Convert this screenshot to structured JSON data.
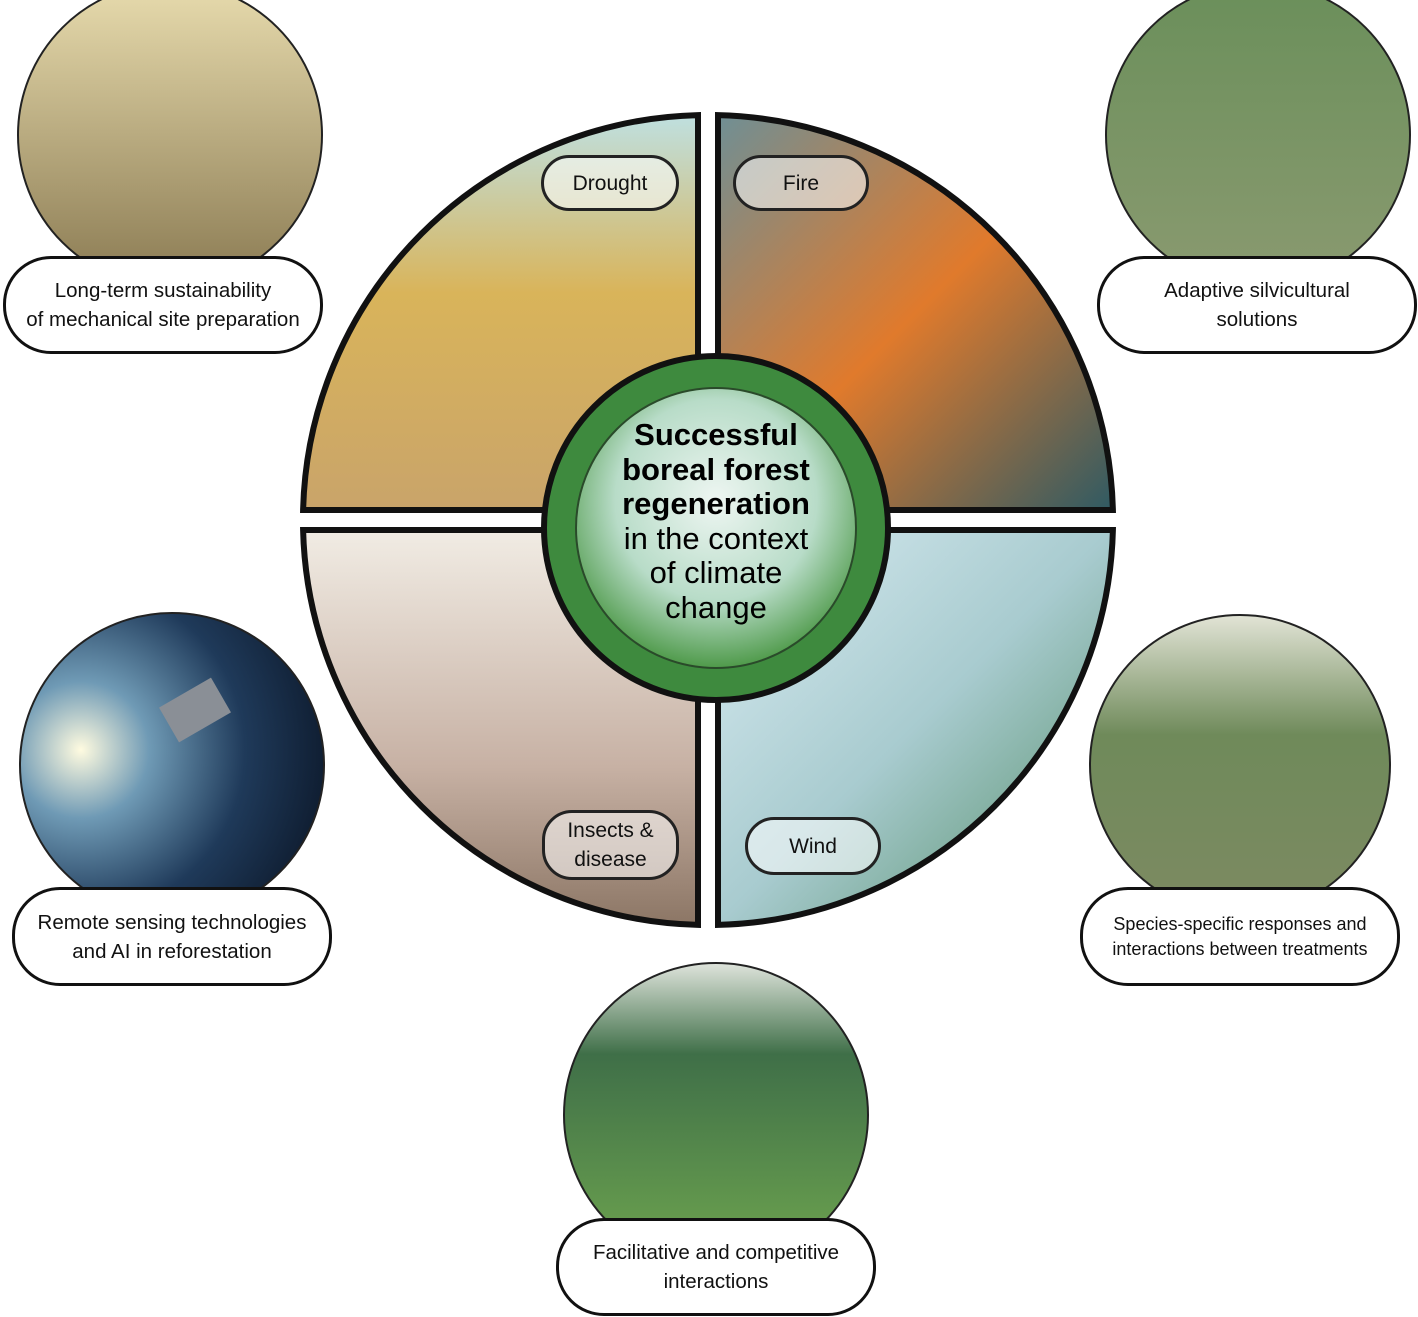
{
  "center": {
    "bold_lines": [
      "Successful",
      "boreal forest",
      "regeneration"
    ],
    "regular_lines": [
      "in the context",
      "of climate",
      "change"
    ]
  },
  "quadrants": [
    {
      "id": "drought",
      "lines": [
        "Drought"
      ]
    },
    {
      "id": "fire",
      "lines": [
        "Fire"
      ]
    },
    {
      "id": "insects",
      "lines": [
        "Insects &",
        "disease"
      ]
    },
    {
      "id": "wind",
      "lines": [
        "Wind"
      ]
    }
  ],
  "topics": [
    {
      "id": "mechanical",
      "lines": [
        "Long-term sustainability",
        "of mechanical site preparation"
      ]
    },
    {
      "id": "silvicultural",
      "lines": [
        "Adaptive silvicultural",
        "solutions"
      ]
    },
    {
      "id": "remote",
      "lines": [
        "Remote sensing technologies",
        "and AI in reforestation"
      ]
    },
    {
      "id": "species",
      "lines": [
        "Species-specific responses and",
        "interactions between treatments"
      ]
    },
    {
      "id": "facilitative",
      "lines": [
        "Facilitative and competitive",
        "interactions"
      ]
    }
  ],
  "colors": {
    "outline": "#111111",
    "background": "#ffffff"
  }
}
